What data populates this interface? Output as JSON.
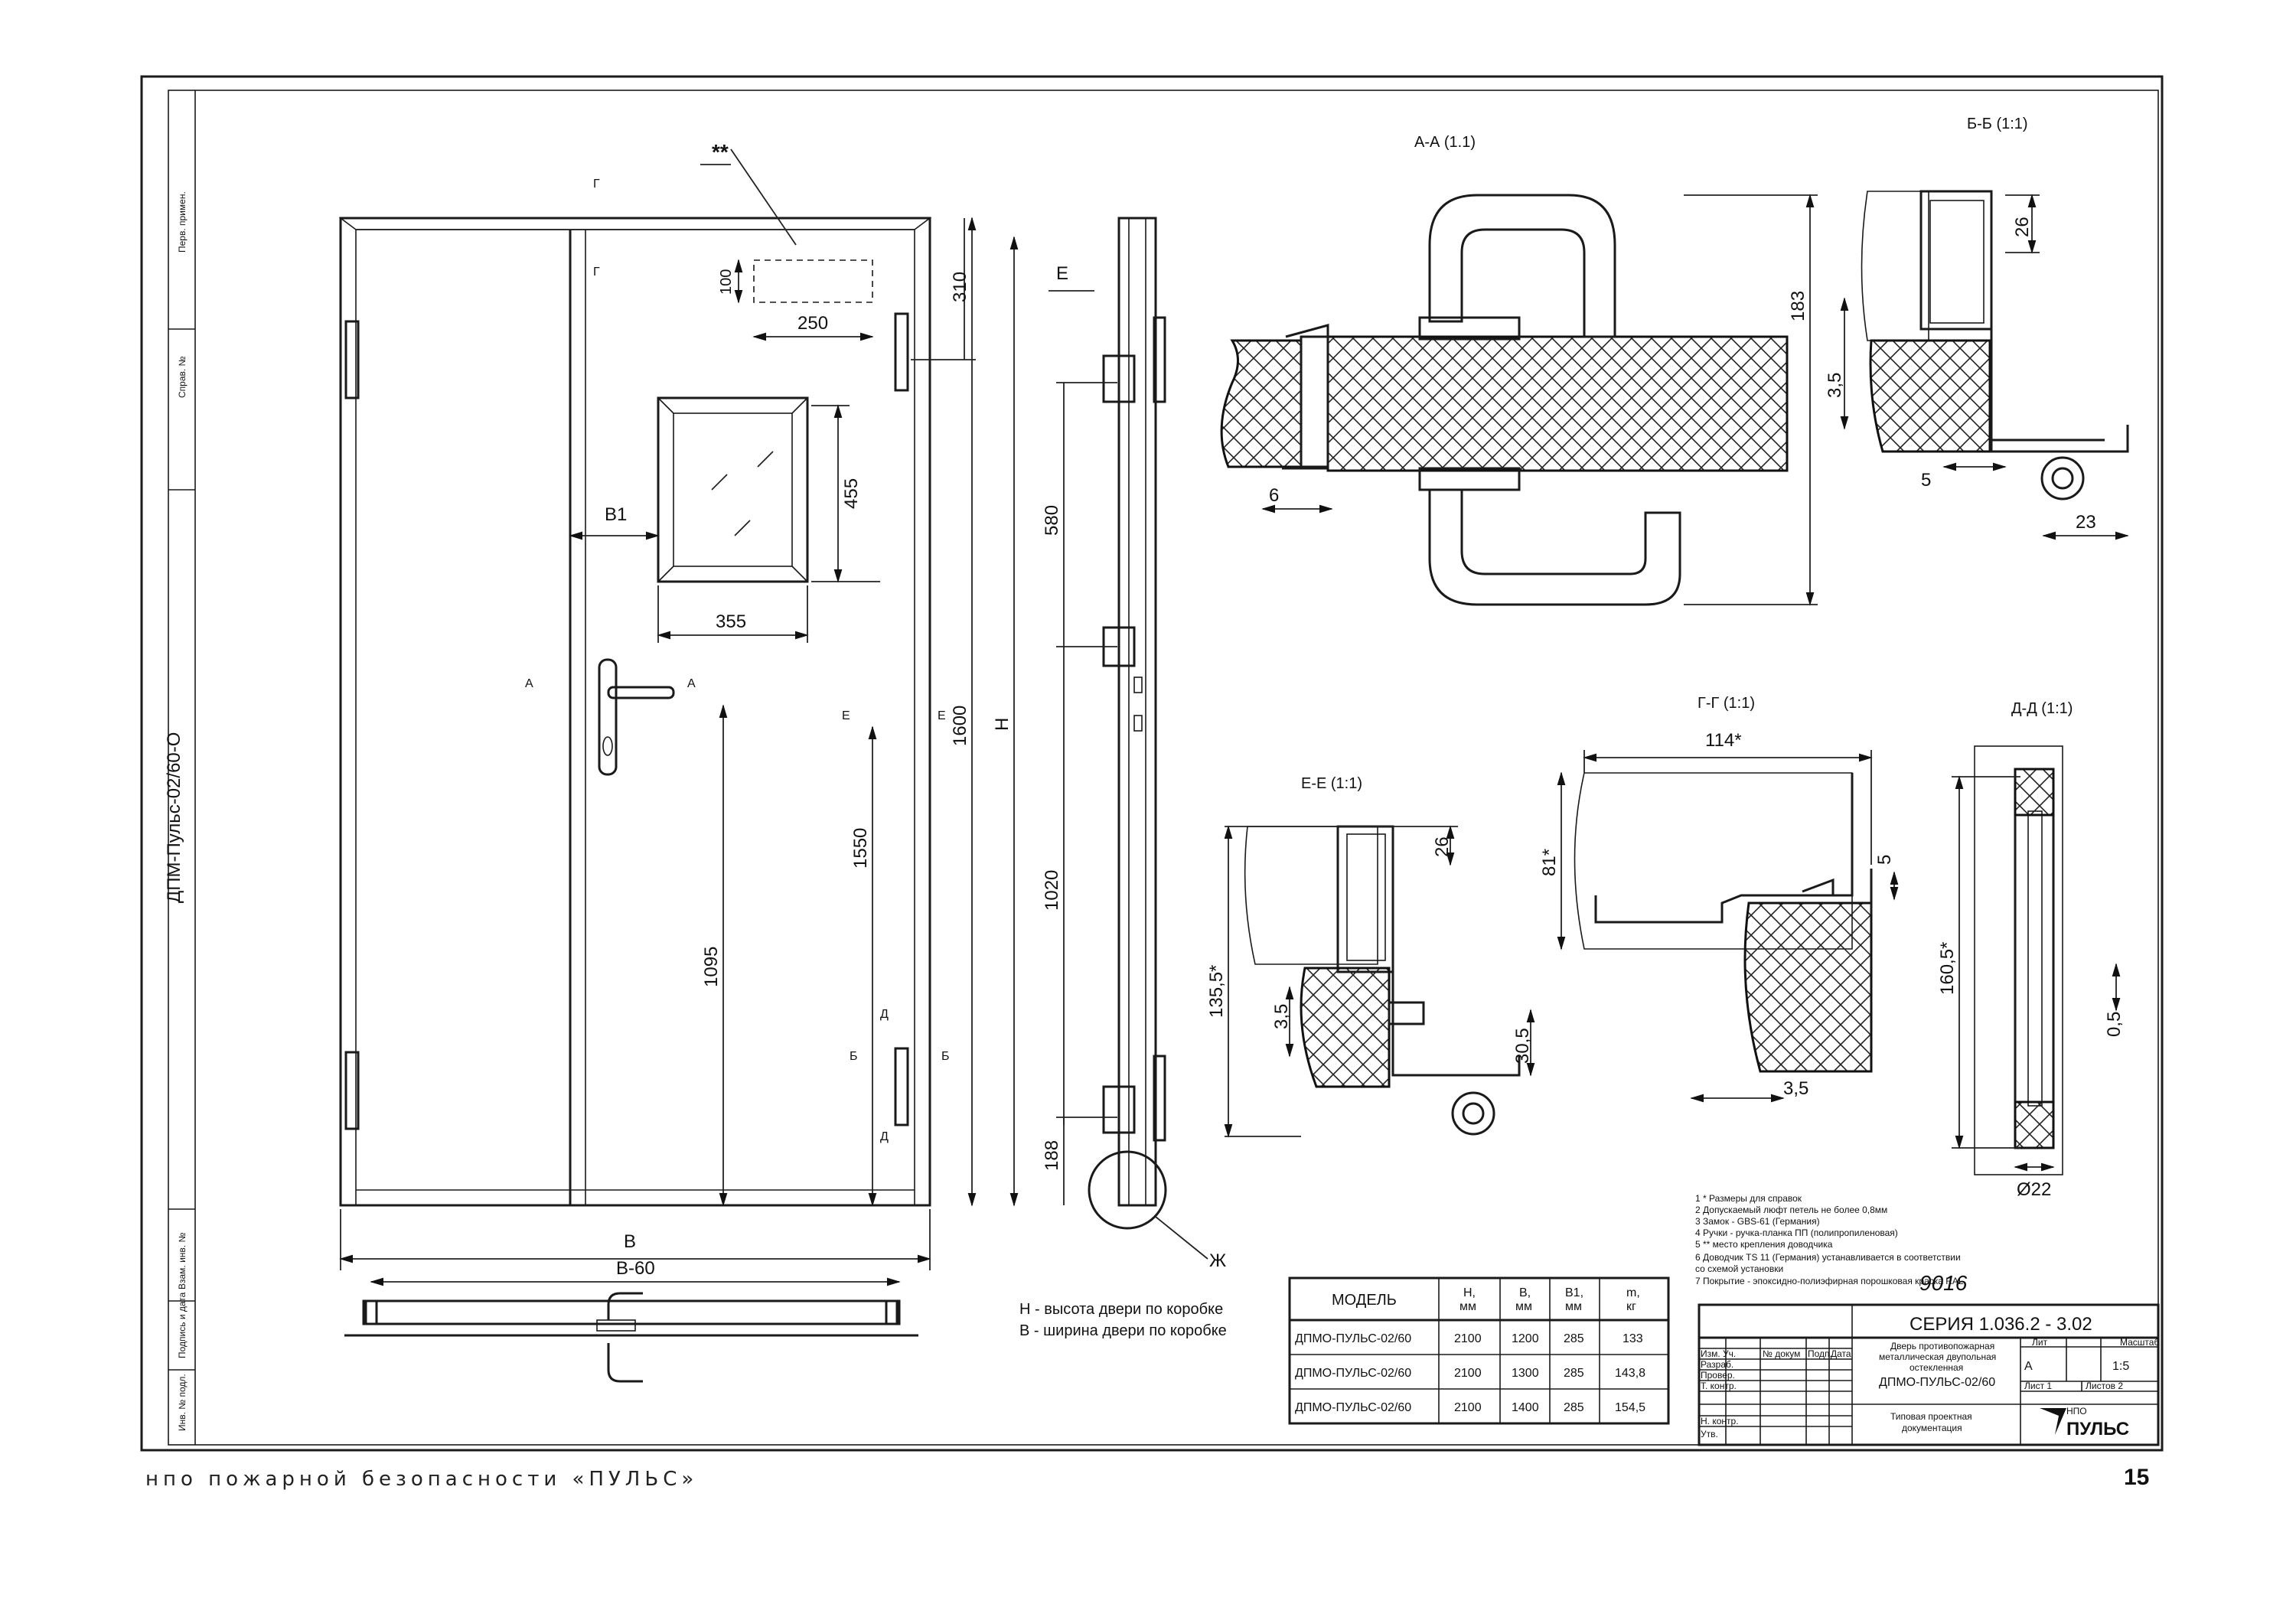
{
  "drawing_designation": "ДПМ-Пульс-02/60-О",
  "stamp_side_labels": [
    "Перв. примен.",
    "Справ. №",
    "Инв. № подл.",
    "Подпись и дата",
    "Взам. инв. №"
  ],
  "front_view": {
    "dims": {
      "top_offset": "310",
      "h_1600": "1600",
      "h_1550": "1550",
      "h_1095": "1095",
      "win_h": "455",
      "win_w": "355",
      "label_w": "250",
      "label_h": "100",
      "b1": "B1",
      "b": "B",
      "b60": "B-60",
      "stars": "**"
    },
    "section_marks": {
      "a": "А",
      "g": "Г",
      "e": "Е",
      "b": "Б",
      "d": "Д"
    }
  },
  "side_view": {
    "dims": {
      "d580": "580",
      "d1020": "1020",
      "d188": "188",
      "h": "H",
      "e": "E"
    },
    "callout": "Ж"
  },
  "legend": {
    "h_def": "Н - высота двери по коробке",
    "b_def": "В - ширина двери по коробке"
  },
  "sections": {
    "aa": {
      "title": "А-А (1.1)",
      "d183": "183",
      "d6": "6"
    },
    "bb": {
      "title": "Б-Б (1:1)",
      "d26": "26",
      "d35": "3,5",
      "d5": "5",
      "d23": "23"
    },
    "gg": {
      "title": "Г-Г (1:1)",
      "d114": "114*",
      "d81": "81*",
      "d5": "5",
      "d35": "3,5"
    },
    "ee": {
      "title": "Е-Е (1:1)",
      "d26": "26",
      "d1355": "135,5*",
      "d35": "3,5",
      "d305": "30,5"
    },
    "dd": {
      "title": "Д-Д (1:1)",
      "d1605": "160,5*",
      "d05": "0,5",
      "d22": "Ø22"
    }
  },
  "notes": [
    "1  * Размеры для справок",
    "2  Допускаемый люфт  петель не более 0,8мм",
    "3  Замок - GBS-61 (Германия)",
    "4  Ручки - ручка-планка ПП (полипропиленовая)",
    "5  ** место крепления доводчика",
    "6  Доводчик TS 11 (Германия) устанавливается в соответствии",
    "    со схемой установки",
    "7  Покрытие - эпоксидно-полиэфирная порошковая краска  RAL"
  ],
  "ral_code": "9016",
  "spec_table": {
    "headers": [
      "МОДЕЛЬ",
      "H,\nмм",
      "B,\nмм",
      "B1,\nмм",
      "m,\nкг"
    ],
    "rows": [
      [
        "ДПМО-ПУЛЬС-02/60",
        "2100",
        "1200",
        "285",
        "133"
      ],
      [
        "ДПМО-ПУЛЬС-02/60",
        "2100",
        "1300",
        "285",
        "143,8"
      ],
      [
        "ДПМО-ПУЛЬС-02/60",
        "2100",
        "1400",
        "285",
        "154,5"
      ]
    ]
  },
  "title_block": {
    "series": "СЕРИЯ 1.036.2 - 3.02",
    "name_line1": "Дверь противопожарная",
    "name_line2": "металлическая двупольная",
    "name_line3": "остекленная",
    "name_line4": "ДПМО-ПУЛЬС-02/60",
    "lit_label": "Лит",
    "mass_label": "Масштаб",
    "lit": "А",
    "scale": "1:5",
    "sheet": "Лист  1",
    "sheets": "Листов  2",
    "roles": [
      "Изм. Уч.",
      "Разраб.",
      "Провер.",
      "Т. контр.",
      "Н. контр.",
      "Утв."
    ],
    "role_cols": [
      "№ докум",
      "Подп.",
      "Дата"
    ],
    "doc_type_1": "Типовая проектная",
    "doc_type_2": "документация",
    "logo_text": "ПУЛЬС",
    "logo_small": "НПО"
  },
  "footer": "нпо пожарной безопасности «ПУЛЬС»",
  "page_number": "15"
}
